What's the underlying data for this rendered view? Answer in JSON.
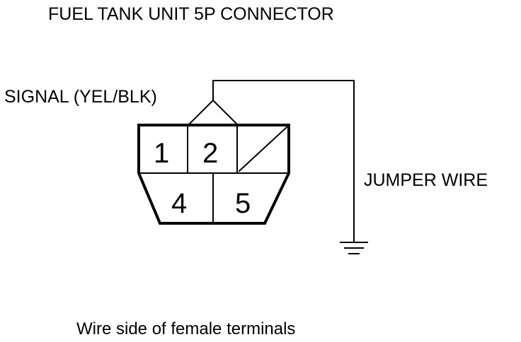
{
  "title": "FUEL TANK UNIT 5P CONNECTOR",
  "labels": {
    "signal": "SIGNAL (YEL/BLK)",
    "jumper": "JUMPER WIRE",
    "caption": "Wire side of female terminals"
  },
  "connector": {
    "top_row": [
      "1",
      "2"
    ],
    "bottom_row": [
      "4",
      "5"
    ],
    "empty_cavity": "no terminal (slashed)"
  },
  "symbols": {
    "ground": "ground-icon"
  }
}
